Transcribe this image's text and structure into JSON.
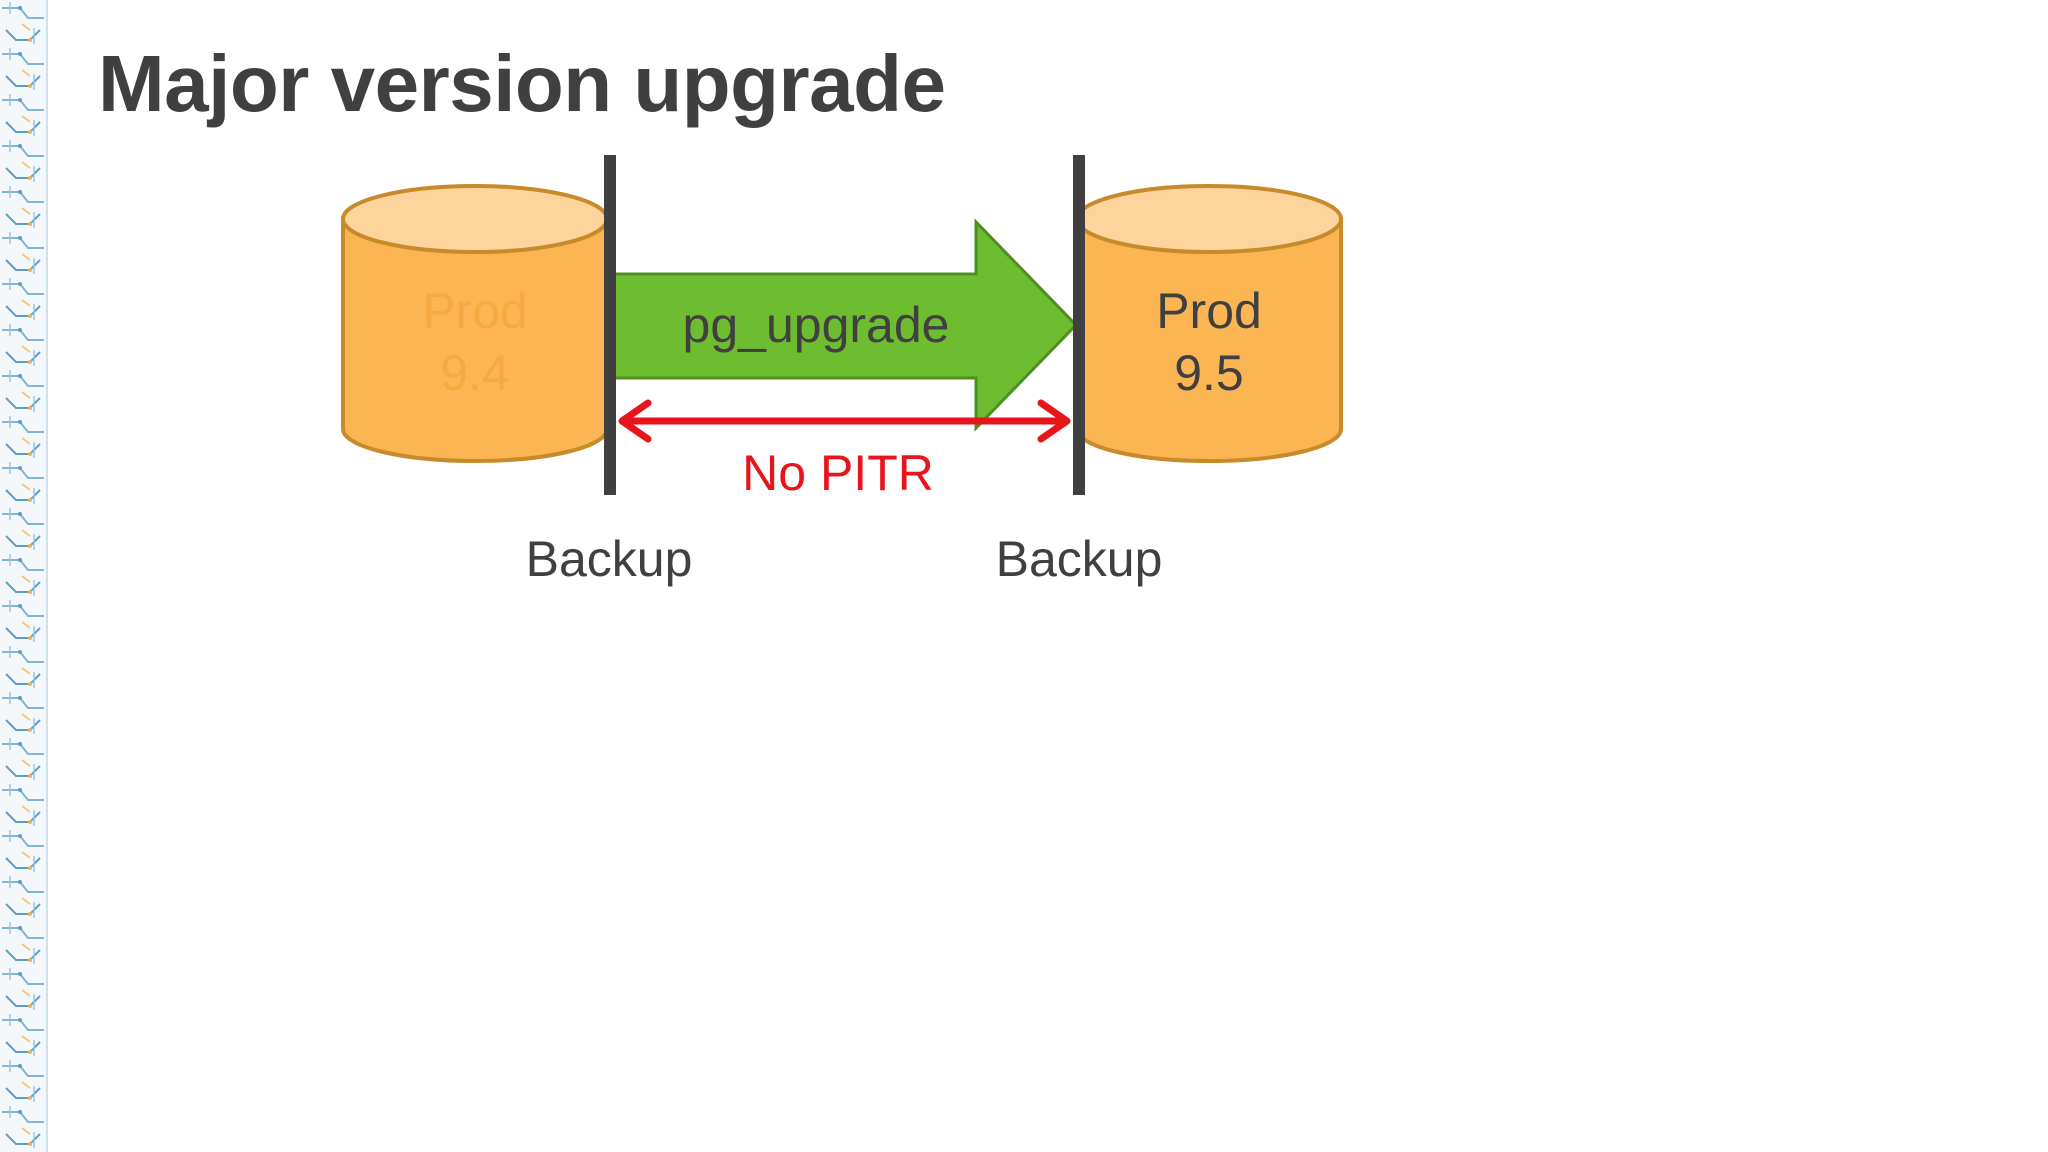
{
  "slide": {
    "title": "Major version upgrade"
  },
  "diagram": {
    "source_db": {
      "name": "Prod",
      "version": "9.4"
    },
    "target_db": {
      "name": "Prod",
      "version": "9.5"
    },
    "process_label": "pg_upgrade",
    "gap_label": "No PITR",
    "backup_left_label": "Backup",
    "backup_right_label": "Backup"
  },
  "colors": {
    "title_text": "#404040",
    "cylinder_fill": "#fbb552",
    "cylinder_top": "#fdd49b",
    "cylinder_stroke": "#c88a2b",
    "faded_text": "#f6a940",
    "arrow_fill": "#6ebc2f",
    "arrow_stroke": "#4f8f22",
    "marker_line": "#404040",
    "gap_arrow": "#e8141c",
    "body_text": "#404040"
  }
}
